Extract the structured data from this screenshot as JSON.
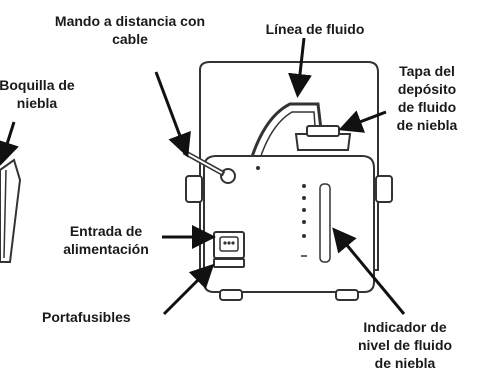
{
  "labels": {
    "remote": [
      "Mando a distancia con",
      "cable"
    ],
    "fluid_line": "Línea de fluido",
    "nozzle": [
      "Boquilla de",
      "niebla"
    ],
    "tank_cap": [
      "Tapa del",
      "depósito",
      "de fluido",
      "de niebla"
    ],
    "power_inlet": [
      "Entrada de",
      "alimentación"
    ],
    "fuse_holder": "Portafusibles",
    "level_indicator": [
      "Indicador de",
      "nivel de fluido",
      "de niebla"
    ]
  }
}
